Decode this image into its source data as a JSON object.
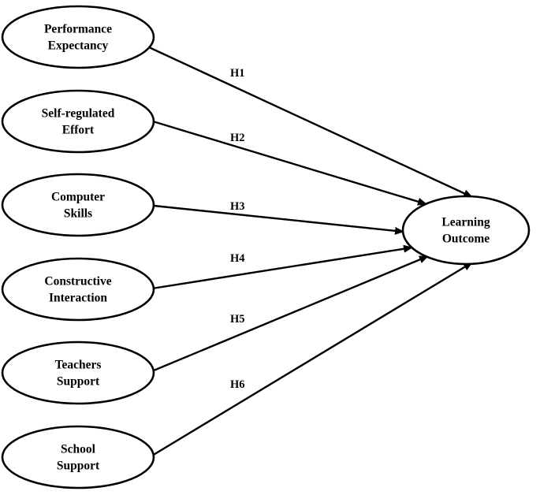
{
  "diagram": {
    "predictors": [
      {
        "id": "performance-expectancy",
        "lines": [
          "Performance",
          "Expectancy"
        ]
      },
      {
        "id": "self-regulated-effort",
        "lines": [
          "Self-regulated",
          "Effort"
        ]
      },
      {
        "id": "computer-skills",
        "lines": [
          "Computer",
          "Skills"
        ]
      },
      {
        "id": "constructive-interaction",
        "lines": [
          "Constructive",
          "Interaction"
        ]
      },
      {
        "id": "teachers-support",
        "lines": [
          "Teachers",
          "Support"
        ]
      },
      {
        "id": "school-support",
        "lines": [
          "School",
          "Support"
        ]
      }
    ],
    "outcome": {
      "id": "learning-outcome",
      "lines": [
        "Learning",
        "Outcome"
      ]
    },
    "hypotheses": [
      {
        "label": "H1",
        "from": "performance-expectancy",
        "to": "learning-outcome"
      },
      {
        "label": "H2",
        "from": "self-regulated-effort",
        "to": "learning-outcome"
      },
      {
        "label": "H3",
        "from": "computer-skills",
        "to": "learning-outcome"
      },
      {
        "label": "H4",
        "from": "constructive-interaction",
        "to": "learning-outcome"
      },
      {
        "label": "H5",
        "from": "teachers-support",
        "to": "learning-outcome"
      },
      {
        "label": "H6",
        "from": "school-support",
        "to": "learning-outcome"
      }
    ],
    "colors": {
      "stroke": "#000000",
      "fill": "#ffffff"
    }
  }
}
